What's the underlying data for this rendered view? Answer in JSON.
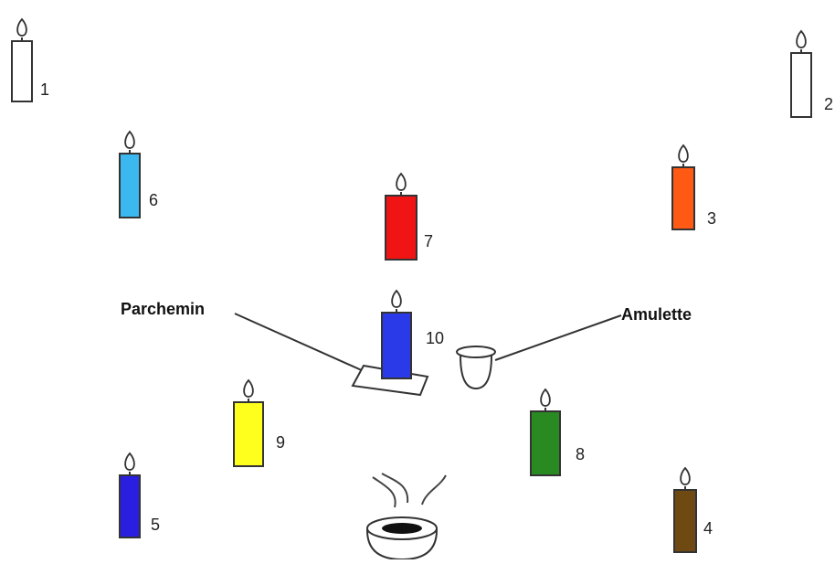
{
  "candles": [
    {
      "id": "1",
      "label": "1",
      "color": "#ffffff"
    },
    {
      "id": "2",
      "label": "2",
      "color": "#ffffff"
    },
    {
      "id": "3",
      "label": "3",
      "color": "#ff5a14"
    },
    {
      "id": "4",
      "label": "4",
      "color": "#6e4a12"
    },
    {
      "id": "5",
      "label": "5",
      "color": "#2a1ee0"
    },
    {
      "id": "6",
      "label": "6",
      "color": "#3cb8f0"
    },
    {
      "id": "7",
      "label": "7",
      "color": "#f01414"
    },
    {
      "id": "8",
      "label": "8",
      "color": "#2a8a22"
    },
    {
      "id": "9",
      "label": "9",
      "color": "#ffff1e"
    },
    {
      "id": "10",
      "label": "10",
      "color": "#2a3ae8"
    }
  ],
  "objects": {
    "parchment": {
      "label": "Parchemin",
      "icon": "parchment-icon"
    },
    "amulet": {
      "label": "Amulette",
      "icon": "amulet-icon"
    },
    "burner": {
      "icon": "incense-burner-icon"
    }
  }
}
